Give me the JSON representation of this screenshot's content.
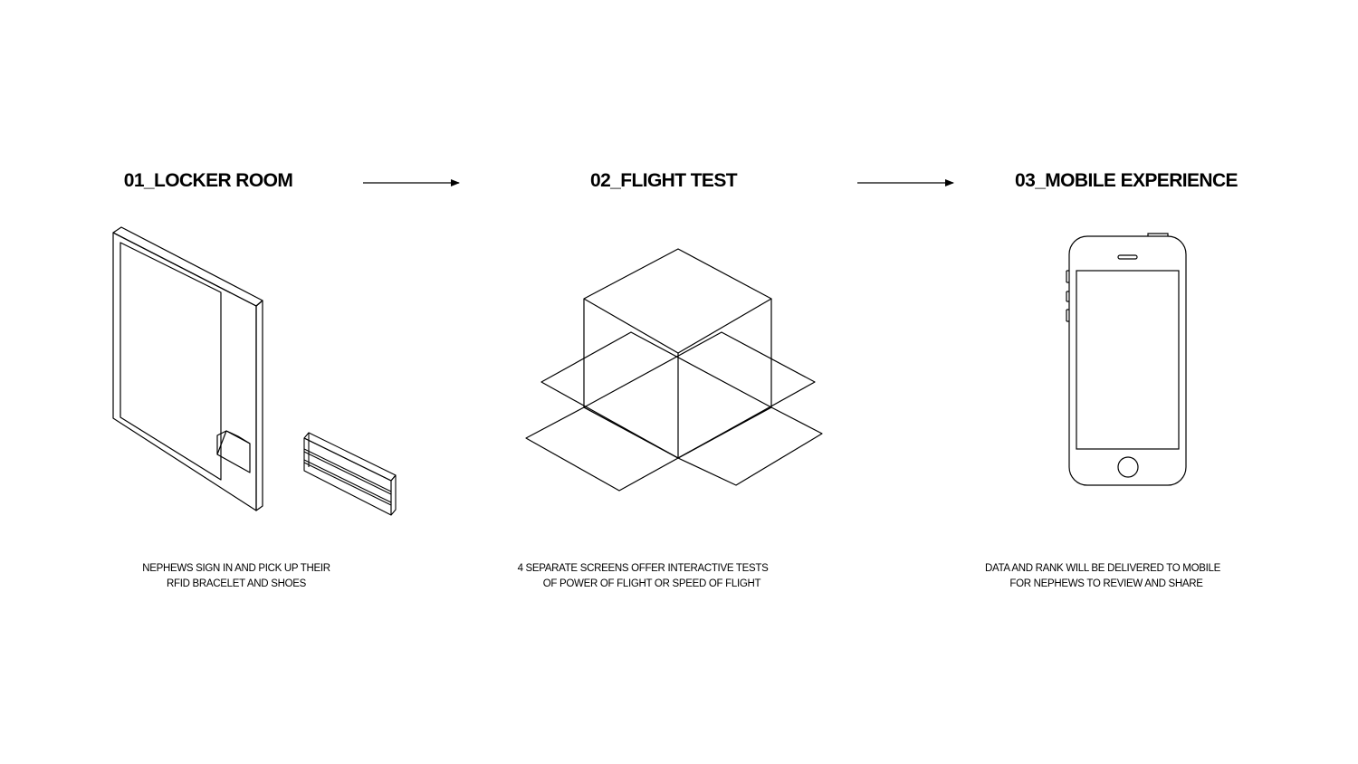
{
  "steps": [
    {
      "title": "01_LOCKER ROOM",
      "caption_lines": [
        "NEPHEWS SIGN IN AND PICK UP THEIR",
        "RFID BRACELET AND SHOES"
      ]
    },
    {
      "title": "02_FLIGHT TEST",
      "caption_lines": [
        "4 SEPARATE SCREENS OFFER INTERACTIVE TESTS",
        "OF POWER OF FLIGHT OR SPEED OF FLIGHT"
      ]
    },
    {
      "title": "03_MOBILE EXPERIENCE",
      "caption_lines": [
        "DATA AND RANK WILL BE DELIVERED TO MOBILE",
        "FOR NEPHEWS TO REVIEW AND SHARE"
      ]
    }
  ],
  "icons": [
    "locker-icon",
    "shoe-rack-icon",
    "cube-screens-icon",
    "smartphone-icon",
    "arrow-right-icon"
  ],
  "colors": {
    "ink": "#000000",
    "background": "#ffffff"
  }
}
